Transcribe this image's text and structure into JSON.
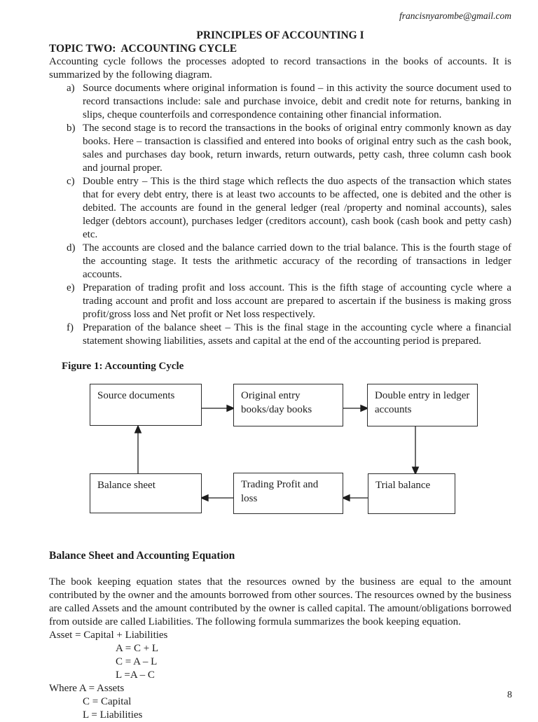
{
  "page": {
    "email": "francisnyarombe@gmail.com",
    "page_number": "8"
  },
  "header": {
    "course_title": "PRINCIPLES OF ACCOUNTING I",
    "topic_title": "TOPIC TWO:  ACCOUNTING CYCLE"
  },
  "intro": "Accounting cycle follows the processes adopted to record transactions in the books of accounts. It is summarized by the following diagram.",
  "stages": [
    {
      "marker": "a)",
      "text": "Source documents where original information is found – in this activity the source document used to record transactions include: sale and purchase invoice, debit and credit note for returns, banking in slips, cheque counterfoils and correspondence containing other financial information."
    },
    {
      "marker": "b)",
      "text": "The second stage is to record the transactions in the books of original entry commonly known as day books. Here – transaction is classified and entered into books of original entry such as the cash book, sales and purchases day book, return inwards, return outwards, petty cash, three column cash book and journal proper."
    },
    {
      "marker": "c)",
      "text": "Double entry – This is the third stage which reflects the duo aspects of the transaction which states that for every debt entry, there is at least two accounts to be affected, one is debited and the other is debited. The accounts are found in the general ledger (real /property and nominal accounts), sales ledger (debtors account), purchases ledger (creditors account), cash book (cash book and petty cash) etc."
    },
    {
      "marker": "d)",
      "text": "The accounts are closed and the balance carried down to the trial balance. This is the fourth stage of the accounting stage. It tests the arithmetic accuracy of the recording of transactions in ledger accounts."
    },
    {
      "marker": "e)",
      "text": "Preparation of trading profit and loss account. This is the fifth stage of accounting cycle where a trading account and profit and loss account are prepared to ascertain if the business is making gross profit/gross loss and Net profit or Net loss respectively."
    },
    {
      "marker": "f)",
      "text": "Preparation of the balance sheet – This is the final stage in the accounting cycle where a financial statement showing liabilities, assets and capital at the end of the accounting period is prepared."
    }
  ],
  "figure": {
    "caption": "Figure 1: Accounting Cycle",
    "boxes": [
      {
        "label": "Source documents"
      },
      {
        "label": "Original entry books/day books"
      },
      {
        "label": "Double entry in ledger accounts"
      },
      {
        "label": "Balance sheet"
      },
      {
        "label": "Trading Profit and loss"
      },
      {
        "label": "Trial balance"
      }
    ]
  },
  "section": {
    "heading": "Balance Sheet and Accounting Equation",
    "body": "The book keeping equation states that the resources owned by the business are equal to the amount contributed by the owner and the amounts borrowed from other sources. The resources owned by the business are called Assets and the amount contributed by the owner is called capital. The amount/obligations borrowed from outside are called Liabilities. The following formula summarizes the book keeping equation.",
    "formula_intro": "Asset = Capital + Liabilities",
    "formulas": [
      "A = C + L",
      "C = A – L",
      "L =A – C"
    ],
    "where_line": "Where A = Assets",
    "where_defs": [
      "C = Capital",
      "L = Liabilities"
    ]
  }
}
